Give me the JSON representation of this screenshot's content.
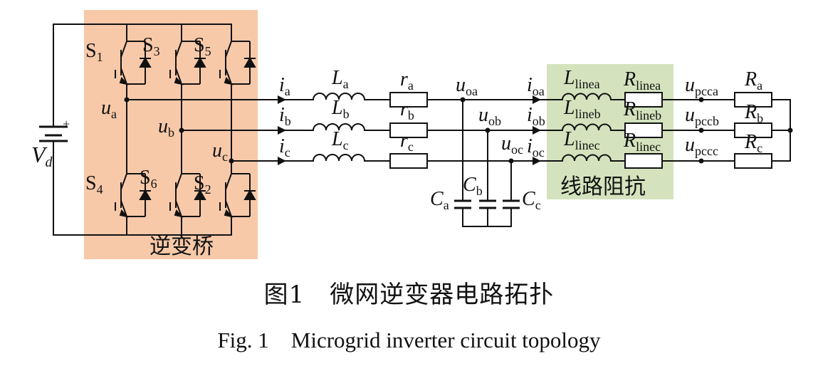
{
  "colors": {
    "inverter_bridge_box": "#f7c9a9",
    "line_impedance_box": "#d4e3bd",
    "wire": "#111111"
  },
  "inverter_bridge": {
    "box_label": "逆变桥",
    "switches": [
      {
        "letter": "S",
        "sub": "1"
      },
      {
        "letter": "S",
        "sub": "3"
      },
      {
        "letter": "S",
        "sub": "5"
      },
      {
        "letter": "S",
        "sub": "4"
      },
      {
        "letter": "S",
        "sub": "6"
      },
      {
        "letter": "S",
        "sub": "2"
      }
    ],
    "node_voltages": [
      {
        "letter": "u",
        "sub": "a"
      },
      {
        "letter": "u",
        "sub": "b"
      },
      {
        "letter": "u",
        "sub": "c"
      }
    ]
  },
  "dc_source": {
    "letter": "V",
    "sub": "d",
    "plus": "+",
    "minus": "-"
  },
  "phase_currents": [
    {
      "letter": "i",
      "sub": "a"
    },
    {
      "letter": "i",
      "sub": "b"
    },
    {
      "letter": "i",
      "sub": "c"
    }
  ],
  "filter_inductors": [
    {
      "letter": "L",
      "sub": "a"
    },
    {
      "letter": "L",
      "sub": "b"
    },
    {
      "letter": "L",
      "sub": "c"
    }
  ],
  "filter_resistors": [
    {
      "letter": "r",
      "sub": "a"
    },
    {
      "letter": "r",
      "sub": "b"
    },
    {
      "letter": "r",
      "sub": "c"
    }
  ],
  "output_voltages": [
    {
      "letter": "u",
      "sub": "oa"
    },
    {
      "letter": "u",
      "sub": "ob"
    },
    {
      "letter": "u",
      "sub": "oc"
    }
  ],
  "filter_capacitors": [
    {
      "letter": "C",
      "sub": "a"
    },
    {
      "letter": "C",
      "sub": "b"
    },
    {
      "letter": "C",
      "sub": "c"
    }
  ],
  "output_currents": [
    {
      "letter": "i",
      "sub": "oa"
    },
    {
      "letter": "i",
      "sub": "ob"
    },
    {
      "letter": "i",
      "sub": "oc"
    }
  ],
  "line_impedance": {
    "box_label": "线路阻抗",
    "inductors": [
      {
        "letter": "L",
        "sub": "linea"
      },
      {
        "letter": "L",
        "sub": "lineb"
      },
      {
        "letter": "L",
        "sub": "linec"
      }
    ],
    "resistors": [
      {
        "letter": "R",
        "sub": "linea"
      },
      {
        "letter": "R",
        "sub": "lineb"
      },
      {
        "letter": "R",
        "sub": "linec"
      }
    ]
  },
  "pcc_voltages": [
    {
      "letter": "u",
      "sub": "pcca"
    },
    {
      "letter": "u",
      "sub": "pccb"
    },
    {
      "letter": "u",
      "sub": "pccc"
    }
  ],
  "loads": [
    {
      "letter": "R",
      "sub": "a"
    },
    {
      "letter": "R",
      "sub": "b"
    },
    {
      "letter": "R",
      "sub": "c"
    }
  ],
  "caption": {
    "cn": "图1　微网逆变器电路拓扑",
    "en": "Fig. 1　Microgrid inverter circuit topology"
  }
}
